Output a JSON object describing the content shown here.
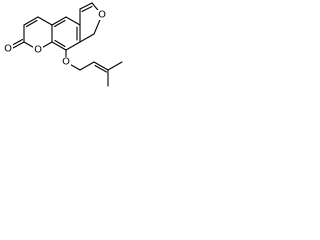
{
  "structure": {
    "atoms": {
      "furan_oxygen": "O",
      "ether_oxygen": "O",
      "ring_oxygen": "O",
      "carbonyl_oxygen": "O"
    }
  },
  "colors": {
    "bond": "#000000",
    "background": "#ffffff"
  }
}
